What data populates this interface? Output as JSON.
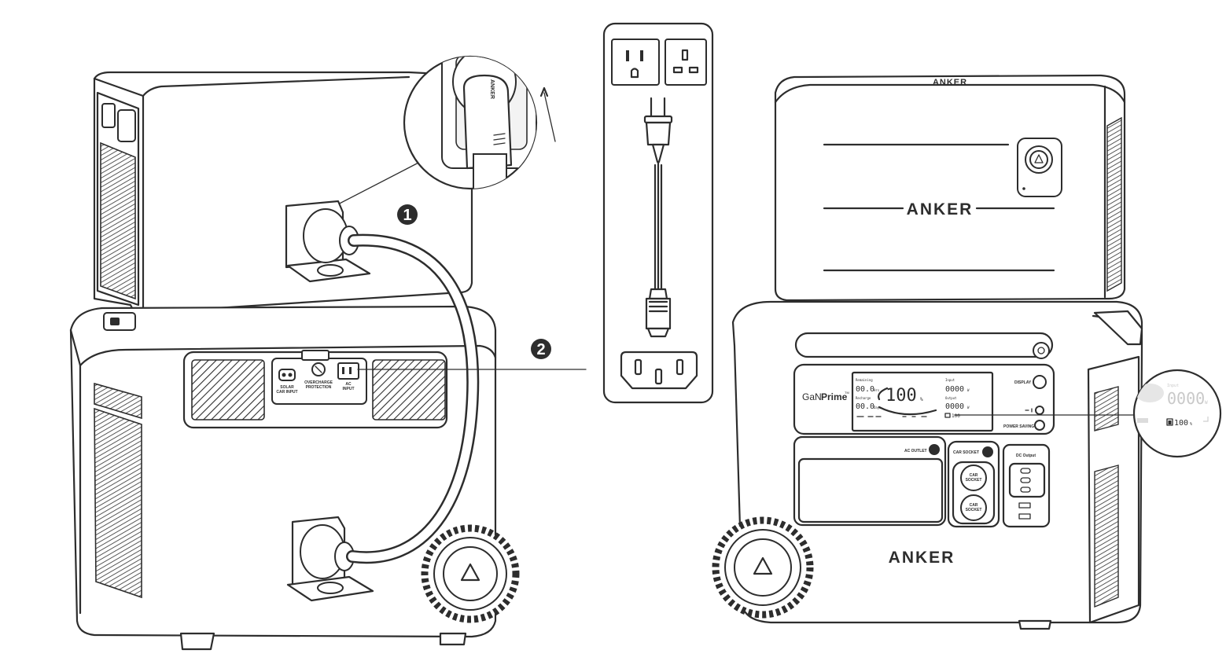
{
  "steps": [
    {
      "number": "1"
    },
    {
      "number": "2"
    }
  ],
  "left_unit": {
    "ports": {
      "solar_input": "SOLAR\nCAR INPUT",
      "overcharge": "OVERCHARGE\nPROTECTION",
      "ac_input": "AC\nINPUT"
    },
    "plug_brand": "ANKER"
  },
  "right_unit": {
    "top_brand": "ANKER",
    "upper_brand": "ANKER",
    "bottom_brand": "ANKER",
    "gan_prime": {
      "gan": "GaN",
      "prime": "Prime",
      "tm": "TM"
    },
    "display_label": "DISPLAY",
    "power_saving_label": "POWER SAVING",
    "ac_outlet_label": "AC OUTLET",
    "car_socket_label": "CAR SOCKET",
    "car_socket_button": "CAR\nSOCKET",
    "dc_output_label": "DC Output",
    "lcd": {
      "percent": "100",
      "percent_sign": "%",
      "remaining_label": "Remaining",
      "remaining_value": "00.0",
      "remaining_unit": "Hrs",
      "recharge_label": "Recharge",
      "recharge_value": "00.0",
      "recharge_unit": "Days",
      "input_label": "Input",
      "input_value": "0000",
      "input_unit": "W",
      "output_label": "Output",
      "output_value": "0000",
      "output_unit": "W",
      "battery_value": "100"
    }
  },
  "zoom": {
    "input_label": "Input",
    "input_value": "0000",
    "input_unit": "W",
    "battery_value": "100",
    "battery_unit": "%"
  }
}
